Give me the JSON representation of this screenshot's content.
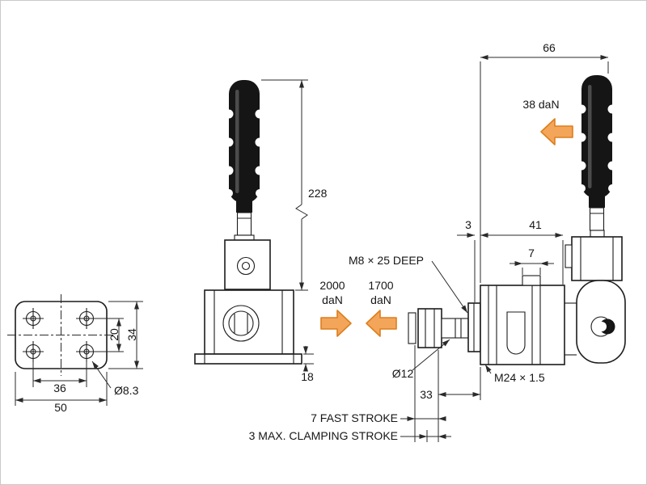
{
  "colors": {
    "line": "#1c1c1c",
    "dimension": "#2a2a2a",
    "force_arrow_fill": "#f3a55a",
    "force_arrow_stroke": "#dd7f1c",
    "handle_fill": "#151515"
  },
  "views": {
    "base": {
      "hole_pitch_vertical": "20",
      "plate_depth": "34",
      "hole_pitch_horizontal": "36",
      "plate_width": "50",
      "hole_diameter": "Ø8.3"
    },
    "front": {
      "overall_height": "228",
      "base_height": "18"
    },
    "side": {
      "overall_width": "66",
      "handle_force": "38 daN",
      "step": "3",
      "body_length": "41",
      "boss_width": "7",
      "spindle_thread": "M8 × 25 DEEP",
      "clamp_force_value": "2000",
      "clamp_force_unit": "daN",
      "pull_force_value": "1700",
      "pull_force_unit": "daN",
      "rod_diameter": "Ø12",
      "thread_length": "33",
      "body_thread": "M24 × 1.5",
      "fast_stroke": "7 FAST STROKE",
      "max_clamping_stroke": "3 MAX. CLAMPING STROKE"
    }
  }
}
